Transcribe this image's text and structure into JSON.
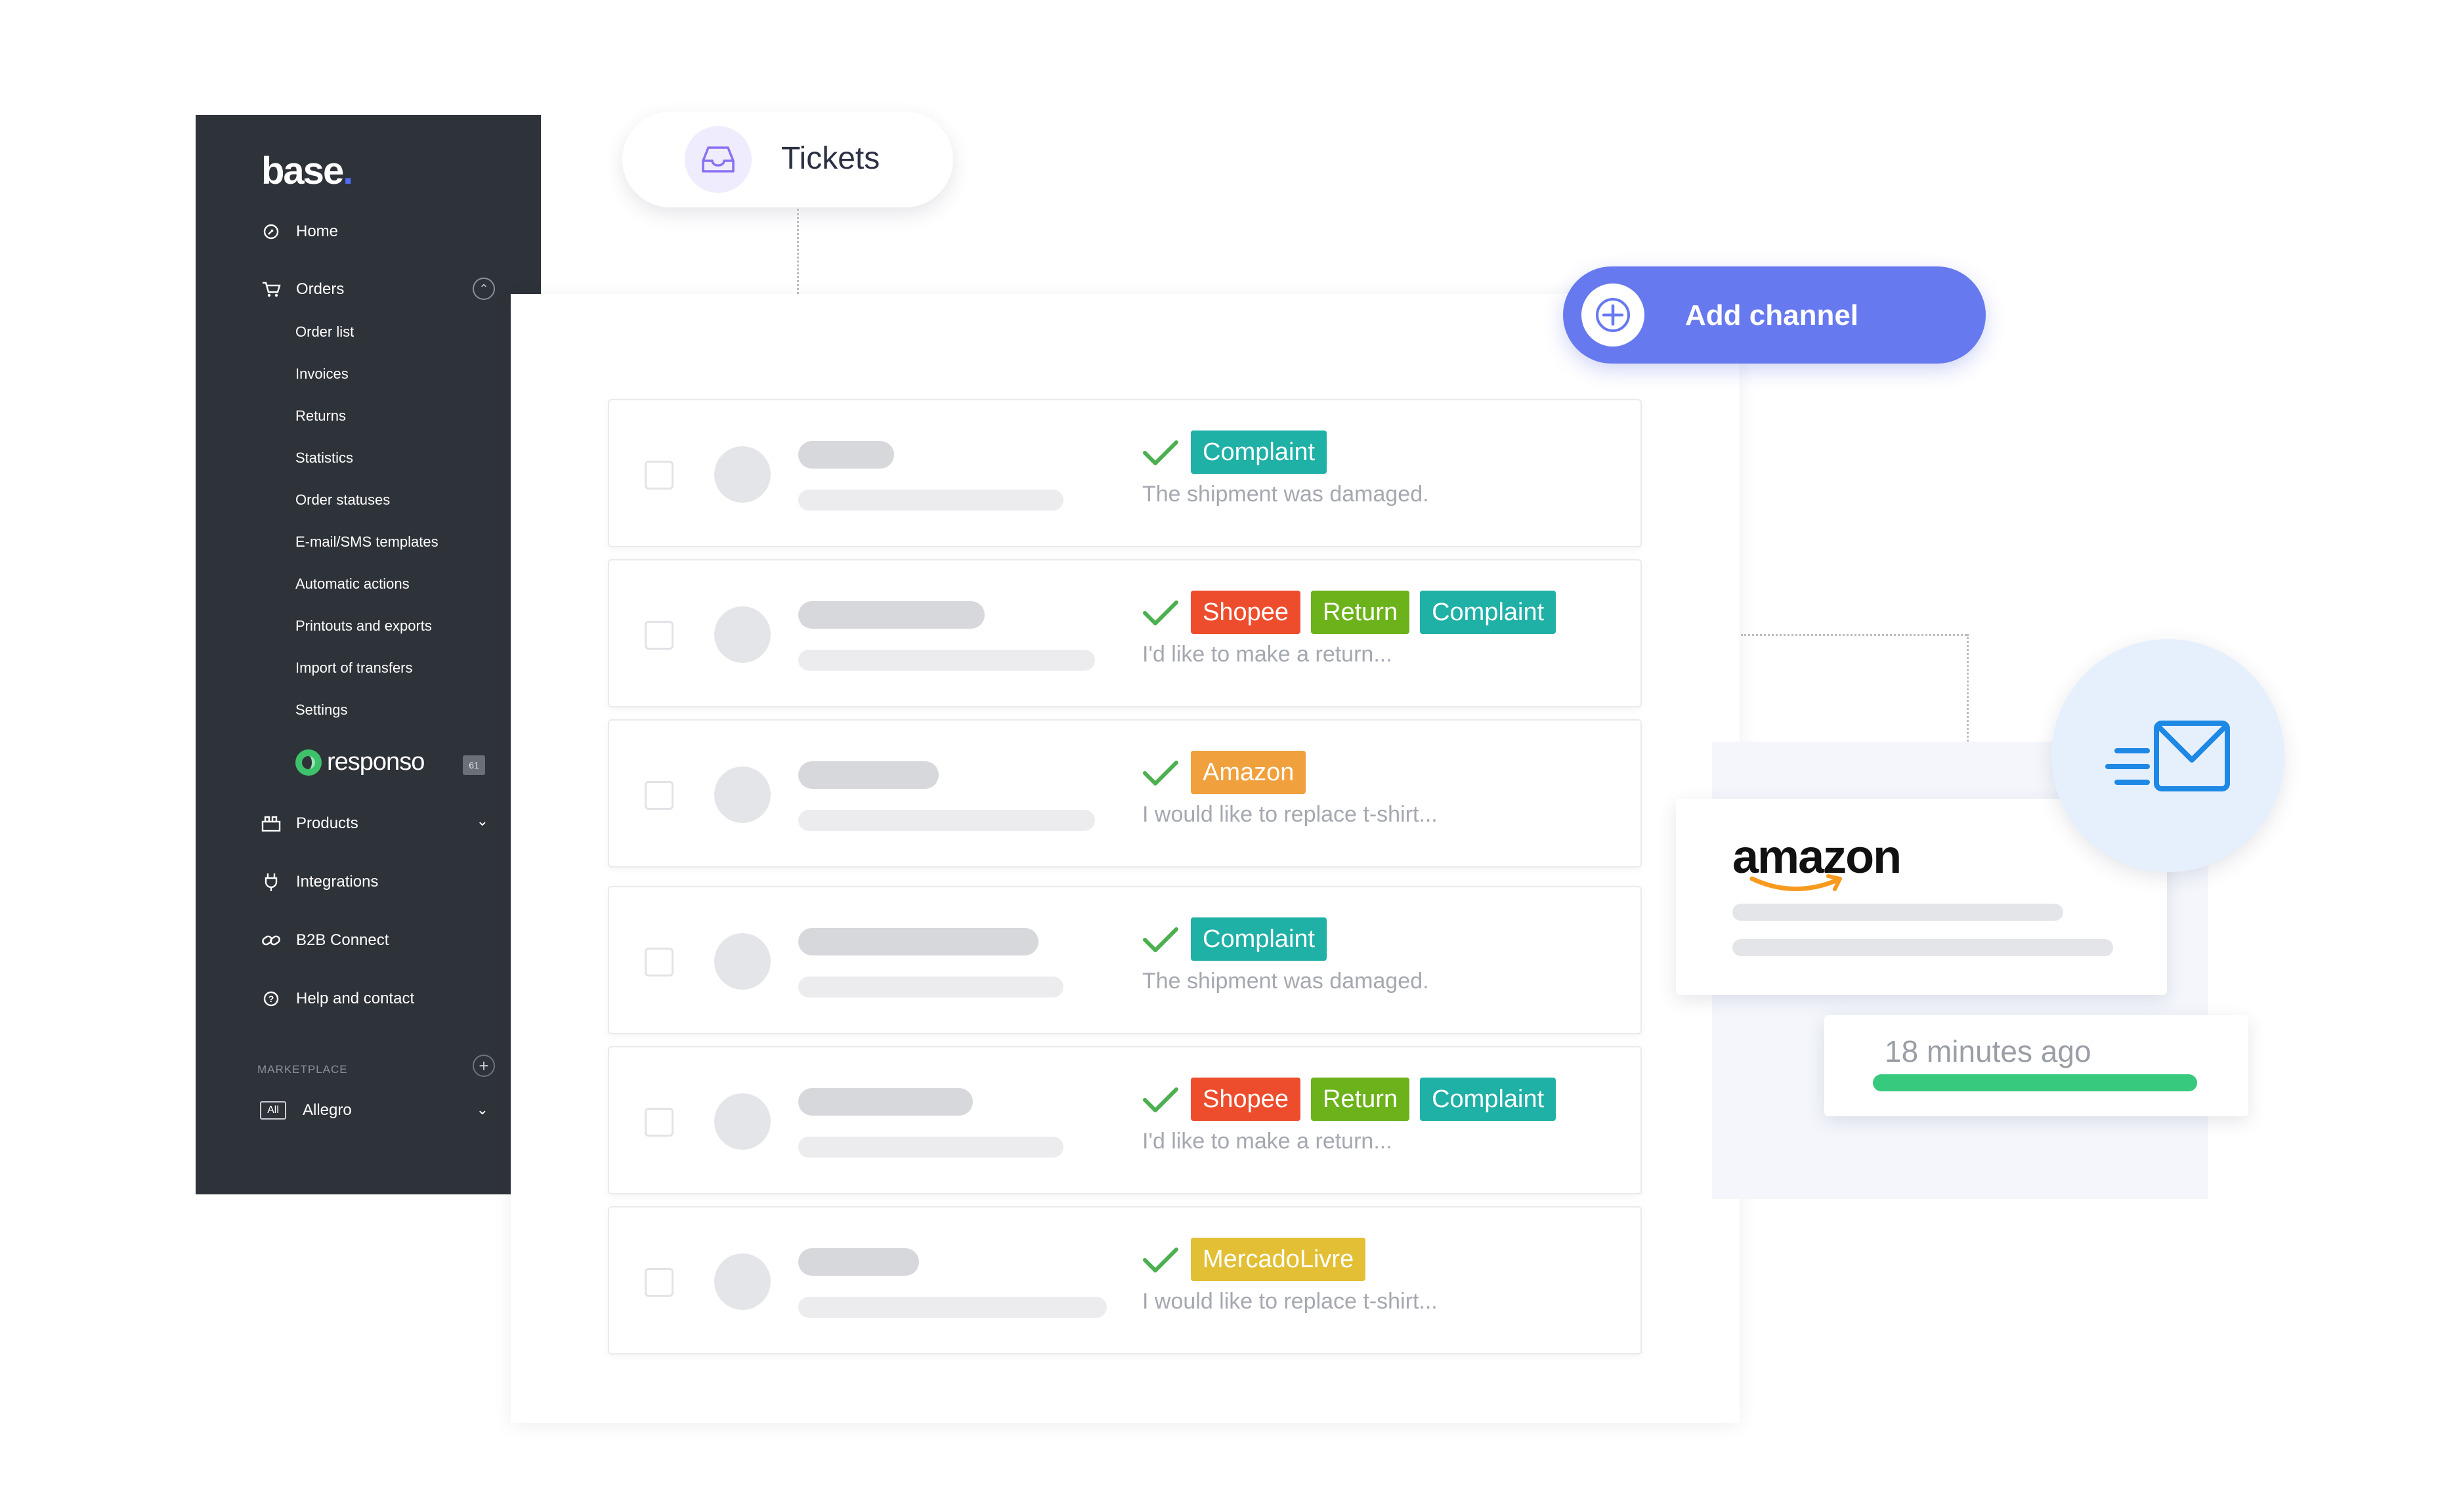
{
  "sidebar": {
    "logo": "base",
    "logo_dot": ".",
    "items": [
      {
        "label": "Home",
        "icon": "home-icon"
      },
      {
        "label": "Orders",
        "icon": "cart-icon"
      },
      {
        "label": "Products",
        "icon": "products-icon"
      },
      {
        "label": "Integrations",
        "icon": "plug-icon"
      },
      {
        "label": "B2B Connect",
        "icon": "link-icon"
      },
      {
        "label": "Help and contact",
        "icon": "help-icon"
      }
    ],
    "orders_sub": [
      "Order list",
      "Invoices",
      "Returns",
      "Statistics",
      "Order statuses",
      "E-mail/SMS templates",
      "Automatic actions",
      "Printouts and exports",
      "Import of transfers",
      "Settings"
    ],
    "responso": {
      "label": "responso",
      "badge": "61"
    },
    "marketplace_label": "MARKETPLACE",
    "allegro": {
      "badge": "All",
      "label": "Allegro"
    }
  },
  "tickets": {
    "label": "Tickets",
    "icon": "inbox-icon"
  },
  "add_channel": {
    "label": "Add channel",
    "icon": "plus-icon"
  },
  "tag_colors": {
    "Complaint": "#1fb0a6",
    "Shopee": "#ee4d2d",
    "Return": "#6cb21a",
    "Amazon": "#f0a03c",
    "MercadoLivre": "#e2bf35"
  },
  "rows": [
    {
      "tags": [
        "Complaint"
      ],
      "message": "The shipment was damaged."
    },
    {
      "tags": [
        "Shopee",
        "Return",
        "Complaint"
      ],
      "message": "I'd like to make a return..."
    },
    {
      "tags": [
        "Amazon"
      ],
      "message": "I would like to replace t-shirt..."
    },
    {
      "tags": [
        "Complaint"
      ],
      "message": "The shipment was damaged."
    },
    {
      "tags": [
        "Shopee",
        "Return",
        "Complaint"
      ],
      "message": "I'd like to make a return..."
    },
    {
      "tags": [
        "MercadoLivre"
      ],
      "message": "I would like to replace t-shirt..."
    }
  ],
  "amazon_card": {
    "logo": "amazon"
  },
  "mail": {
    "icon": "mail-icon",
    "color": "#1e88e5"
  },
  "time_card": {
    "label": "18 minutes ago",
    "bar_color": "#37c97e"
  }
}
